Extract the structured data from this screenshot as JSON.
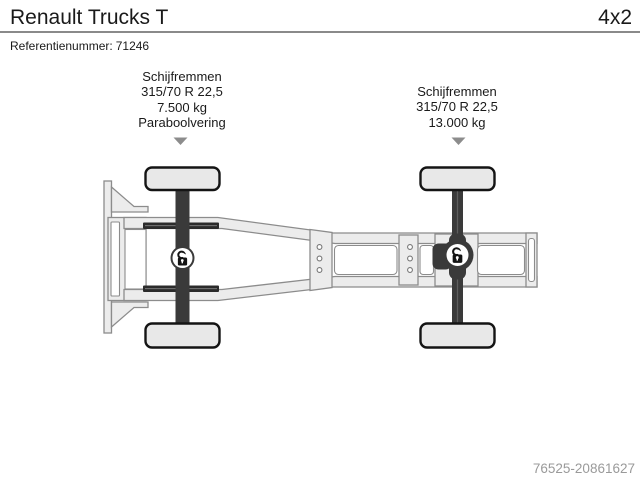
{
  "header": {
    "title": "Renault Trucks T",
    "axle_config": "4x2"
  },
  "reference": {
    "label": "Referentienummer:",
    "value": "71246"
  },
  "axle_specs": {
    "front": {
      "lines": [
        "Schijfremmen",
        "315/70 R 22,5",
        "7.500 kg",
        "Paraboolvering"
      ],
      "pointer_icon": "down-arrow-icon"
    },
    "rear": {
      "lines": [
        "Schijfremmen",
        "315/70 R 22,5",
        "13.000 kg"
      ],
      "pointer_icon": "down-arrow-icon"
    }
  },
  "diagram": {
    "type": "truck-chassis-top-view",
    "front_axle_icon": "unlock-icon",
    "rear_axle_icon": "unlock-icon",
    "wheel_count_visible": 4
  },
  "footer": {
    "listing_id": "76525-20861627"
  },
  "colors": {
    "page_bg": "#ffffff",
    "text": "#1a1a1a",
    "muted_text": "#9a9a9a",
    "divider": "#8a8a8a",
    "frame_fill": "#ececec",
    "frame_stroke": "#8c8c8c",
    "wheel_fill": "#e8e8e8",
    "wheel_stroke": "#141414",
    "dark_part": "#3a3a3a",
    "spring": "#2b2b2b",
    "arrow": "#8c8c8c",
    "bolt_stroke": "#777777"
  }
}
